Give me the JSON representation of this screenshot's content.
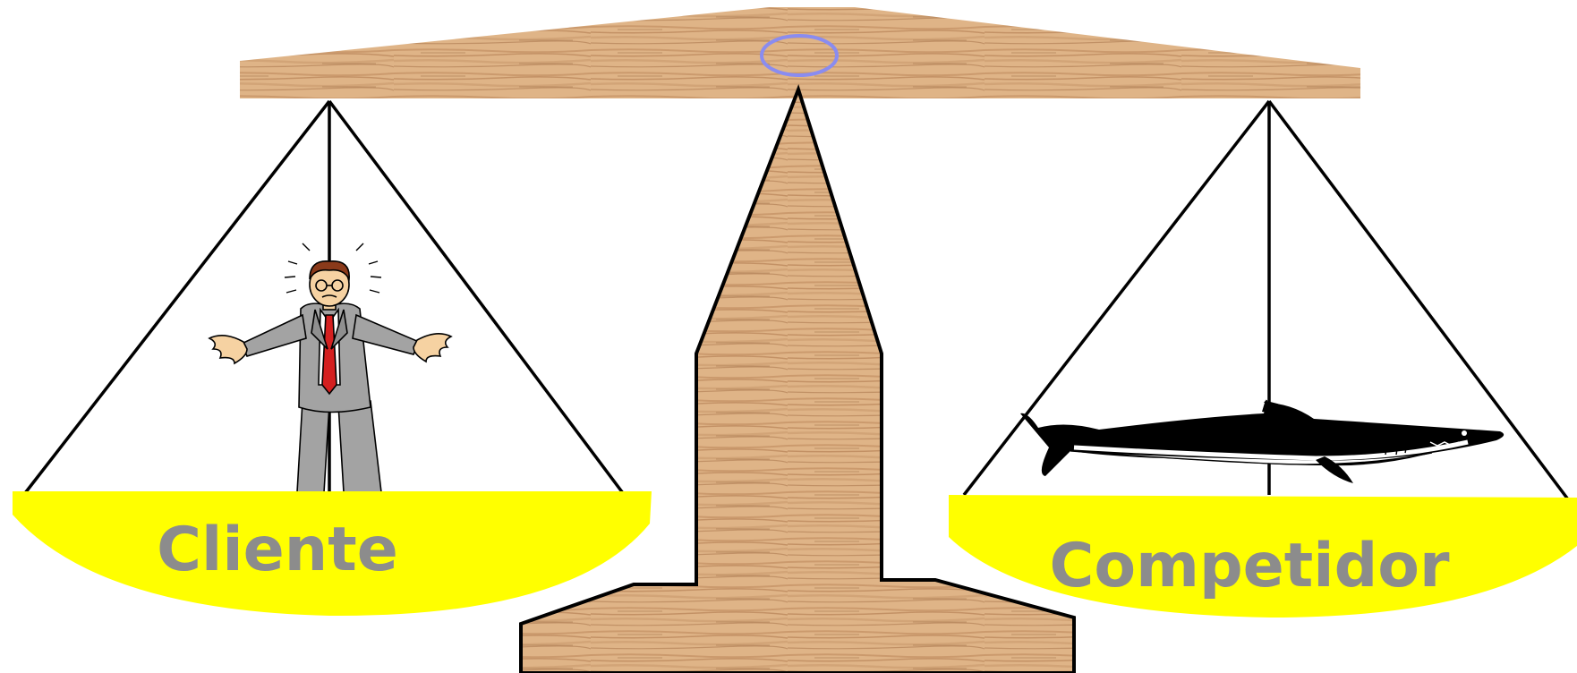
{
  "scale": {
    "left_pan": {
      "label": "Cliente",
      "figure": "confused-businessman"
    },
    "right_pan": {
      "label": "Competidor",
      "figure": "shark"
    }
  },
  "colors": {
    "pan_fill": "#ffff00",
    "label_text": "#8c8c8c",
    "wood_light": "#e2b788",
    "wood_dark": "#b9865a",
    "outline": "#000000",
    "pivot_ring": "#8a8cf0",
    "suit": "#a3a3a3",
    "tie": "#d42020",
    "skin": "#f6d2a2"
  }
}
